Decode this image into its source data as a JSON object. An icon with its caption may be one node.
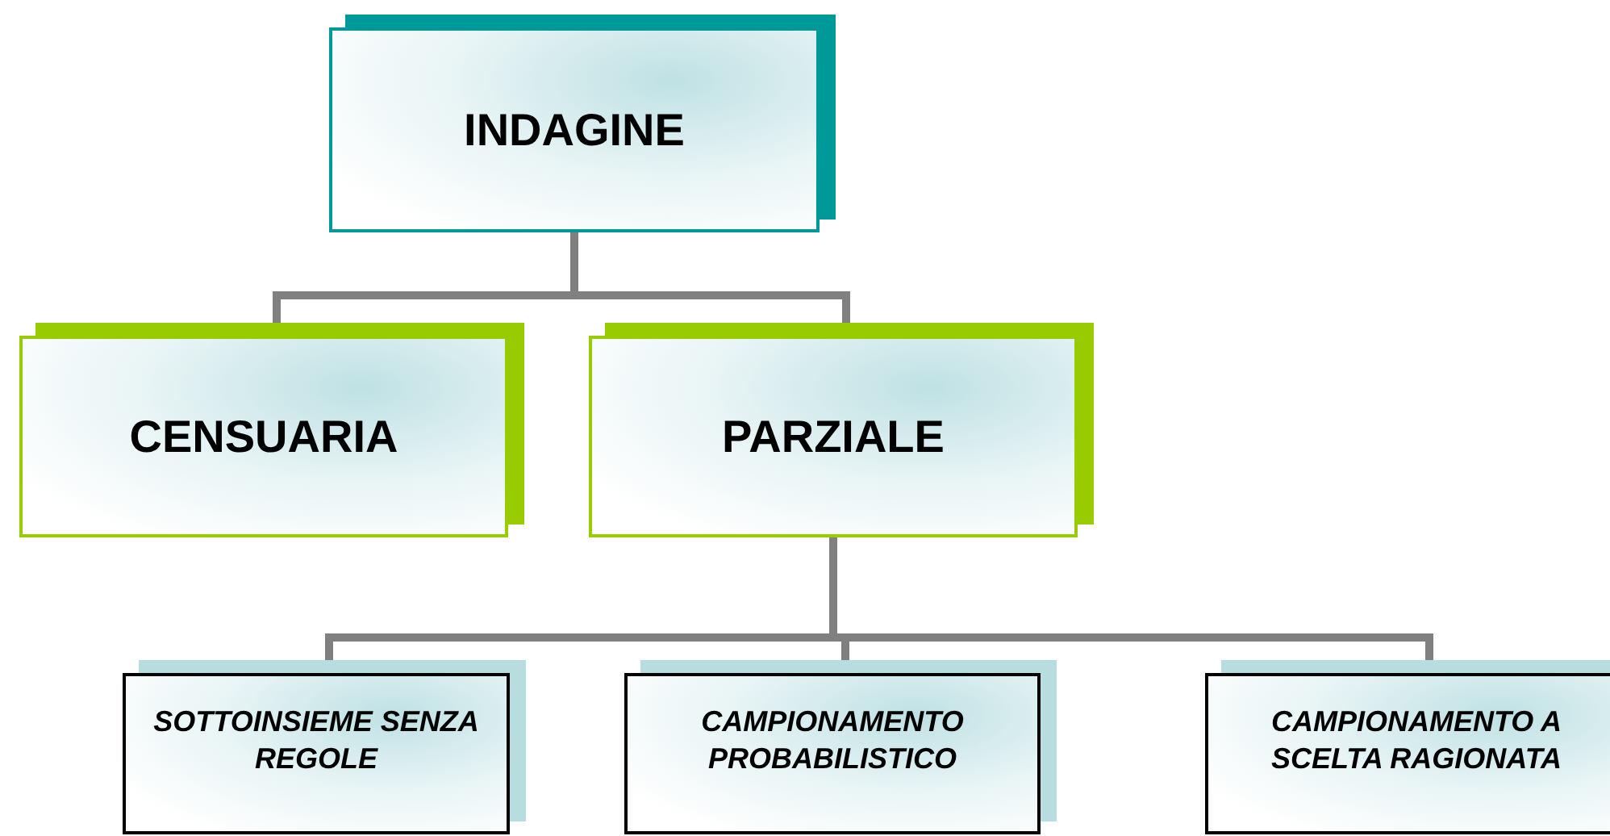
{
  "diagram": {
    "nodes": [
      {
        "text": [
          "INDAGINE"
        ]
      },
      {
        "text": [
          "CENSUARIA"
        ]
      },
      {
        "text": [
          "PARZIALE"
        ]
      },
      {
        "text": [
          "SOTTOINSIEME SENZA REGOLE"
        ]
      },
      {
        "text": [
          "CAMPIONAMENTO PROBABILISTICO"
        ]
      },
      {
        "text": [
          "CAMPIONAMENTO A SCELTA RAGIONATA"
        ]
      }
    ],
    "edges": [
      {
        "from": 0,
        "to": 1,
        "arrow": "none"
      },
      {
        "from": 0,
        "to": 2,
        "arrow": "none"
      },
      {
        "from": 2,
        "to": 3,
        "arrow": "none"
      },
      {
        "from": 2,
        "to": 4,
        "arrow": "none"
      },
      {
        "from": 2,
        "to": 5,
        "arrow": "none"
      }
    ]
  }
}
